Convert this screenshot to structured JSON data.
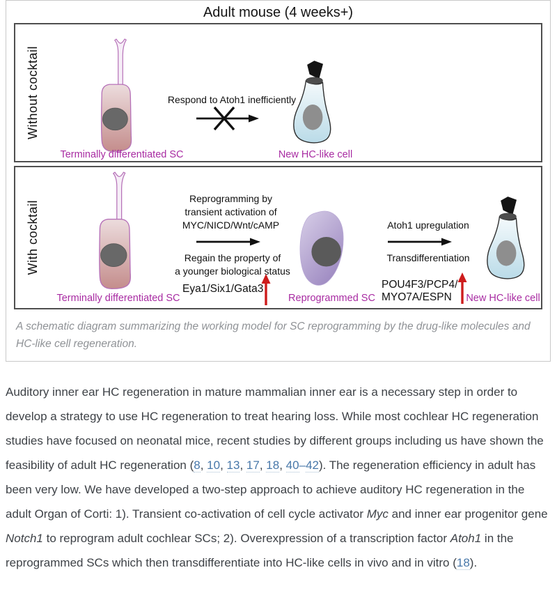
{
  "figure": {
    "title": "Adult mouse (4 weeks+)",
    "panel1": {
      "side_label": "Without cocktail",
      "cell1_label": "Terminally differentiated SC",
      "arrow_label": "Respond to Atoh1 inefficiently",
      "cell2_label": "New HC-like cell"
    },
    "panel2": {
      "side_label": "With cocktail",
      "cell1_label": "Terminally differentiated SC",
      "step1_top": [
        "Reprogramming by",
        "transient activation of",
        "MYC/NICD/Wnt/cAMP"
      ],
      "step1_bottom": [
        "Regain the property of",
        "a younger biological status"
      ],
      "step1_genes": "Eya1/Six1/Gata3",
      "cell2_label": "Reprogrammed SC",
      "step2_top": "Atoh1 upregulation",
      "step2_bottom": "Transdifferentiation",
      "step2_genes": [
        "POU4F3/PCP4/",
        "MYO7A/ESPN"
      ],
      "cell3_label": "New HC-like cell"
    },
    "caption": "A schematic diagram summarizing the working model for SC reprogramming by the drug-like molecules and HC-like cell regeneration.",
    "colors": {
      "label_magenta": "#a82ba2",
      "arrow_red": "#cd1c1c",
      "link_blue": "#4878aa",
      "sc_cell_pink": "#c48d8c",
      "hc_cell_blue": "#badbe8",
      "reprogrammed_purple": "#9d89c1"
    }
  },
  "body": {
    "segments": [
      {
        "t": "text",
        "v": "Auditory inner ear HC regeneration in mature mammalian inner ear is a necessary step in order to develop a strategy to use HC regeneration to treat hearing loss. While most cochlear HC regeneration studies have focused on neonatal mice, recent studies by different groups including us have shown the feasibility of adult HC regeneration ("
      },
      {
        "t": "link",
        "v": "8"
      },
      {
        "t": "text",
        "v": ", "
      },
      {
        "t": "link",
        "v": "10"
      },
      {
        "t": "text",
        "v": ", "
      },
      {
        "t": "link",
        "v": "13"
      },
      {
        "t": "text",
        "v": ", "
      },
      {
        "t": "link",
        "v": "17"
      },
      {
        "t": "text",
        "v": ", "
      },
      {
        "t": "link",
        "v": "18"
      },
      {
        "t": "text",
        "v": ", "
      },
      {
        "t": "link",
        "v": "40"
      },
      {
        "t": "dash",
        "v": "–"
      },
      {
        "t": "link",
        "v": "42"
      },
      {
        "t": "text",
        "v": "). The regeneration efficiency in adult has been very low. We have developed a two-step approach to achieve auditory HC regeneration in the adult Organ of Corti: 1). Transient co-activation of cell cycle activator "
      },
      {
        "t": "italic",
        "v": "Myc"
      },
      {
        "t": "text",
        "v": " and inner ear progenitor gene "
      },
      {
        "t": "italic",
        "v": "Notch1"
      },
      {
        "t": "text",
        "v": " to reprogram adult cochlear SCs; 2). Overexpression of a transcription factor "
      },
      {
        "t": "italic",
        "v": "Atoh1"
      },
      {
        "t": "text",
        "v": " in the reprogrammed SCs which then transdifferentiate into HC-like cells in vivo and in vitro ("
      },
      {
        "t": "link",
        "v": "18"
      },
      {
        "t": "text",
        "v": ")."
      }
    ]
  }
}
